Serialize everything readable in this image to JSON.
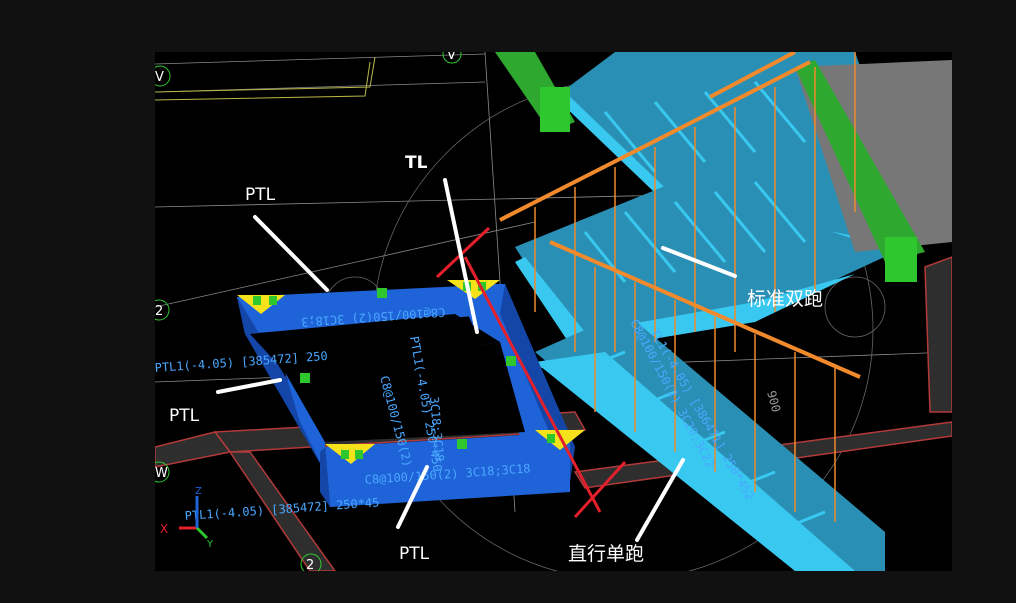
{
  "labels": {
    "tl": "TL",
    "ptl_top": "PTL",
    "ptl_left": "PTL",
    "ptl_bottom": "PTL",
    "standard_double": "标准双跑",
    "straight_single": "直行单跑"
  },
  "annotations": {
    "beam_front": "PTL1(-4.05) [385472] 250*45",
    "beam_front_rebar": "C8@100/150(2) 3C18;3C18",
    "beam_back": "PTL1(-4.05) [385472] 250",
    "beam_back_rebar": "C8@100/150(2) 3C18;3",
    "beam_side_a": "PTL1(-4.05) 250*450",
    "beam_side_b": "3C18;3C18",
    "beam_side_c": "C8@100/150(2)",
    "tl_note": "TL1(-4.05) [386471] 250*452",
    "tl_note_rebar": "C8@100/150(2) 3C20;3C22",
    "dim_900": "900"
  },
  "axis_marks": {
    "top_left": "V",
    "top_mid": "V",
    "left_mid": "2",
    "left_lower": "W",
    "bottom": "2"
  },
  "triad": {
    "x": "X",
    "y": "Y",
    "z": "Z"
  },
  "colors": {
    "background": "#000000",
    "frame": "#111111",
    "beam": "#1e63d8",
    "beam_dark": "#1446a8",
    "stair_light": "#38c8f0",
    "stair_dark": "#2a8fb4",
    "rebar": "#f08a2c",
    "column": "#2ec82e",
    "tl_marker": "#e3202c",
    "support": "#f5e21a",
    "grid_red": "#b33a3a",
    "annotation": "#4aa8ff"
  }
}
